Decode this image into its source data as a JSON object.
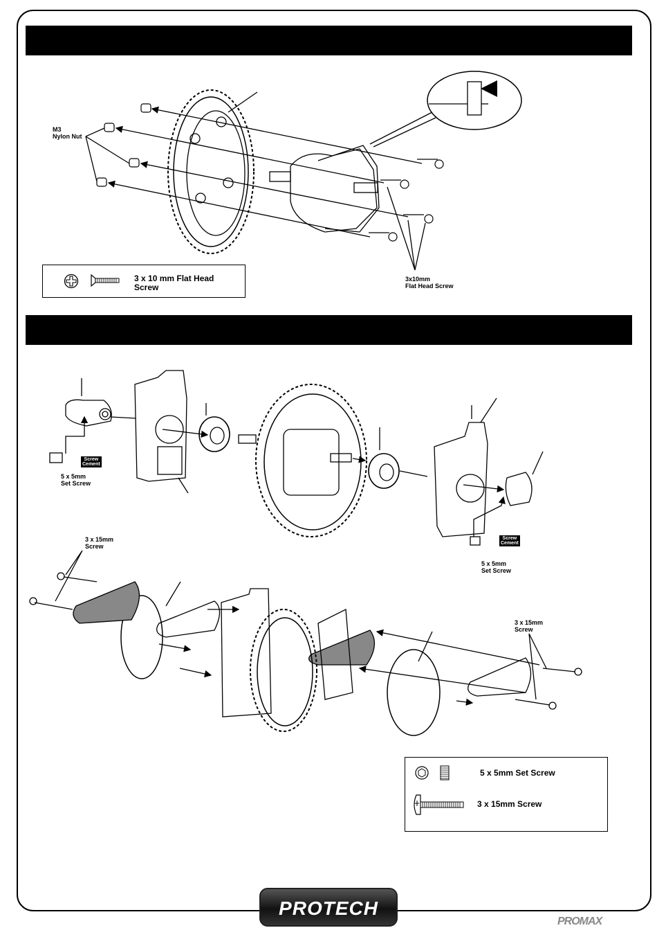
{
  "section1": {
    "nut_label": "M3\nNylon Nut",
    "screw_label": "3x10mm\nFlat Head Screw",
    "legend_text": "3 x 10 mm Flat Head\nScrew"
  },
  "section2": {
    "set_screw_left": "5 x 5mm\nSet Screw",
    "set_screw_right": "5 x 5mm\nSet Screw",
    "cement_left": "Screw\nCement",
    "cement_right": "Screw\nCement",
    "screw_15_left": "3 x 15mm\nScrew",
    "screw_15_right": "3 x 15mm\nScrew",
    "legend_set_screw": "5 x 5mm Set Screw",
    "legend_screw": "3 x 15mm Screw"
  },
  "footer": {
    "logo_text": "PROTECH",
    "brand_mark": "PROMAX"
  },
  "icons": {
    "phillips": "phillips-head-icon",
    "hex": "hex-socket-icon"
  }
}
